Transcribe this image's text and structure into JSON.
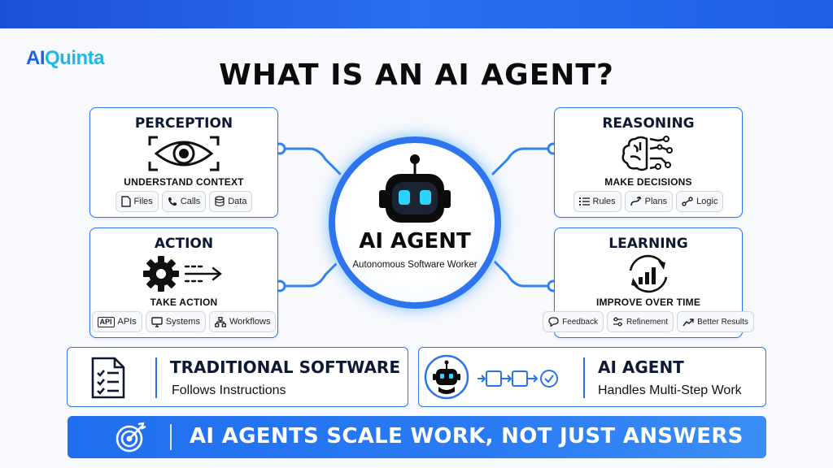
{
  "brand": {
    "part1": "AI",
    "part2": "Quinta"
  },
  "title": "WHAT IS AN AI AGENT?",
  "center": {
    "title": "AI AGENT",
    "subtitle": "Autonomous Software Worker"
  },
  "cards": {
    "perception": {
      "title": "PERCEPTION",
      "subtitle": "UNDERSTAND CONTEXT",
      "icon": "eye-icon",
      "chips": [
        {
          "label": "Files",
          "icon": "file-icon"
        },
        {
          "label": "Calls",
          "icon": "phone-icon"
        },
        {
          "label": "Data",
          "icon": "database-icon"
        }
      ]
    },
    "reasoning": {
      "title": "REASONING",
      "subtitle": "MAKE DECISIONS",
      "icon": "brain-icon",
      "chips": [
        {
          "label": "Rules",
          "icon": "list-icon"
        },
        {
          "label": "Plans",
          "icon": "route-icon"
        },
        {
          "label": "Logic",
          "icon": "logic-icon"
        }
      ]
    },
    "action": {
      "title": "ACTION",
      "subtitle": "TAKE ACTION",
      "icon": "gear-icon",
      "chips": [
        {
          "label": "APIs",
          "icon": "api-icon",
          "badge": "API"
        },
        {
          "label": "Systems",
          "icon": "monitor-icon"
        },
        {
          "label": "Workflows",
          "icon": "workflow-icon"
        }
      ]
    },
    "learning": {
      "title": "LEARNING",
      "subtitle": "IMPROVE OVER TIME",
      "icon": "growth-chart-icon",
      "chips": [
        {
          "label": "Feedback",
          "icon": "chat-icon"
        },
        {
          "label": "Refinement",
          "icon": "sliders-icon"
        },
        {
          "label": "Better Results",
          "icon": "trend-up-icon"
        }
      ]
    }
  },
  "compare": {
    "traditional": {
      "title": "TRADITIONAL SOFTWARE",
      "subtitle": "Follows Instructions",
      "icon": "checklist-icon"
    },
    "agent": {
      "title": "AI AGENT",
      "subtitle": "Handles Multi-Step Work",
      "icon": "robot-icon"
    }
  },
  "banner": {
    "text": "AI AGENTS SCALE WORK, NOT JUST ANSWERS",
    "icon": "target-icon"
  },
  "colors": {
    "primary": "#2a73e8",
    "accent": "#20b7e6",
    "dark": "#0e1a33"
  }
}
